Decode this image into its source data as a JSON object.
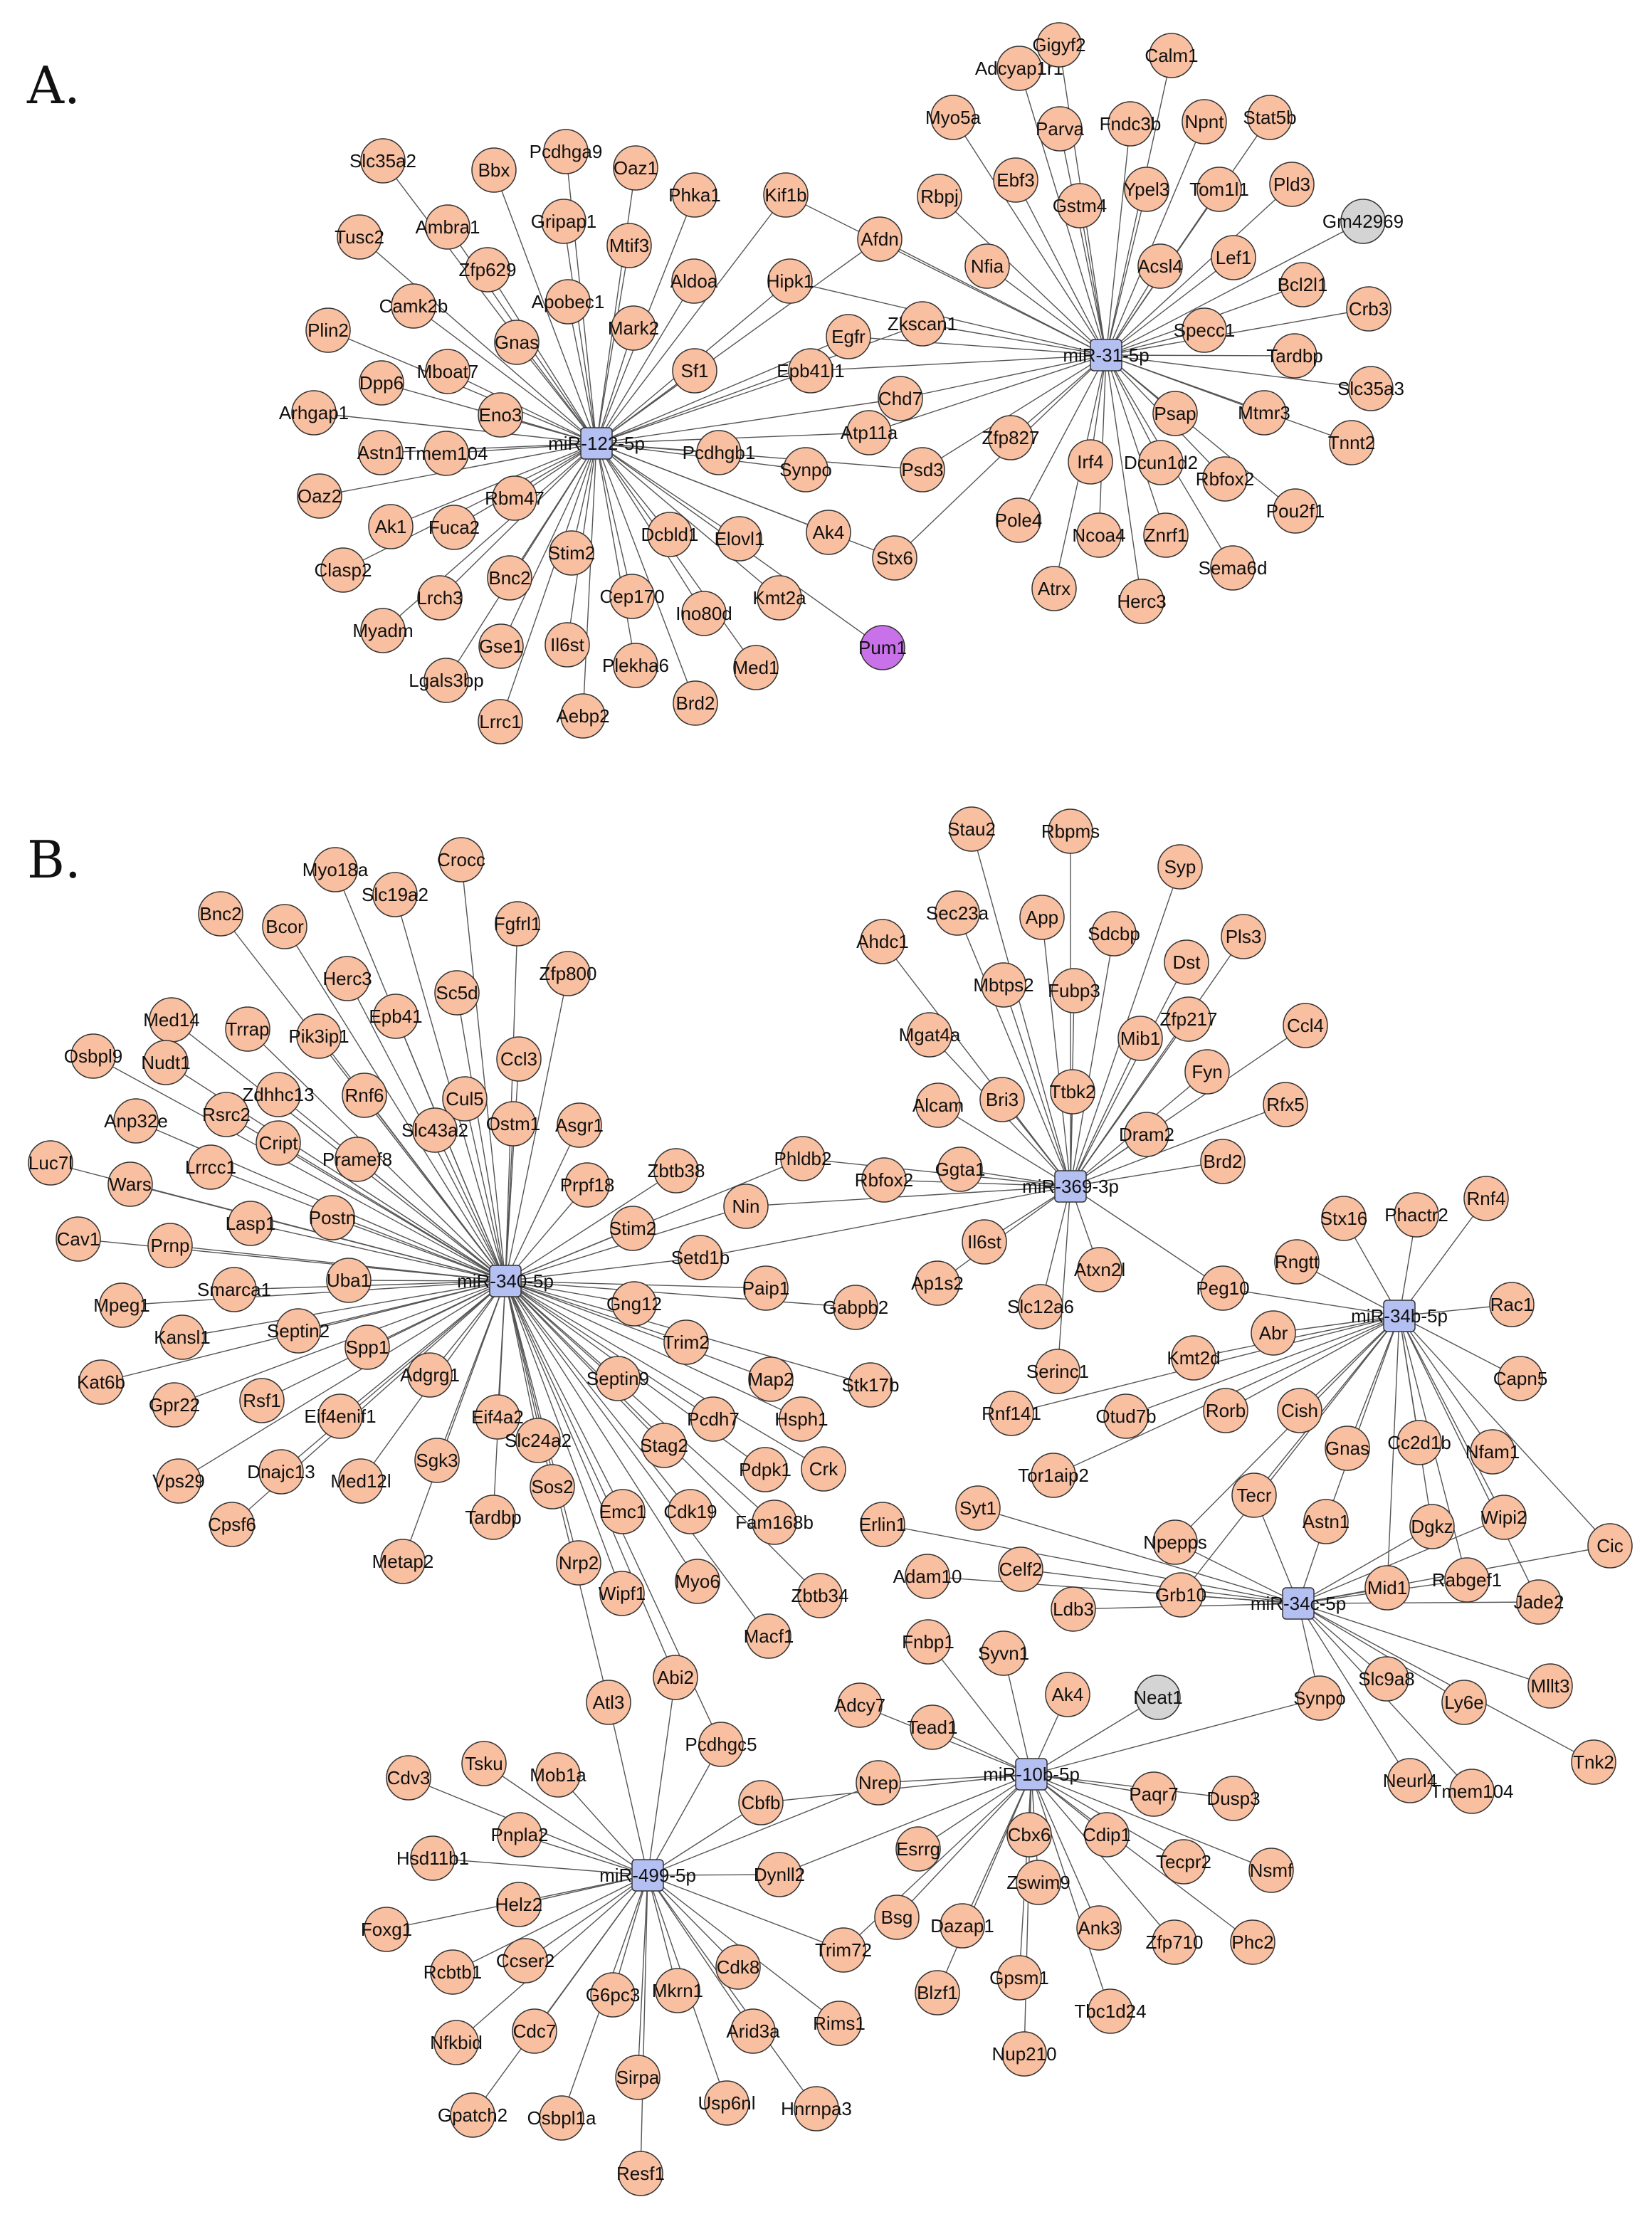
{
  "panels": [
    {
      "label": "A."
    },
    {
      "label": "B."
    }
  ],
  "colors": {
    "gene": "#f8bfa0",
    "mirna": "#b4bff2",
    "lncrna": "#d4d4d4",
    "pum1": "#c971e8",
    "edge": "#555555"
  },
  "networks": [
    {
      "id": "A",
      "hubs": [
        "miR-122-5p",
        "miR-31-5p"
      ],
      "special_nodes": [
        {
          "name": "Gm42969",
          "kind": "lncrna"
        },
        {
          "name": "Pum1",
          "kind": "pum1"
        }
      ],
      "targets": {
        "miR-122-5p": [
          "Slc35a2",
          "Bbx",
          "Pcdhga9",
          "Oaz1",
          "Phka1",
          "Kif1b",
          "Tusc2",
          "Ambra1",
          "Gripap1",
          "Mtif3",
          "Zfp629",
          "Apobec1",
          "Aldoa",
          "Hipk1",
          "Camk2b",
          "Gnas",
          "Mark2",
          "Plin2",
          "Dpp6",
          "Mboat7",
          "Sf1",
          "Epb41l1",
          "Arhgap1",
          "Eno3",
          "Astn1",
          "Tmem104",
          "Oaz2",
          "Rbm47",
          "Ak1",
          "Fuca2",
          "Clasp2",
          "Stim2",
          "Bnc2",
          "Lrch3",
          "Myadm",
          "Gse1",
          "Il6st",
          "Cep170",
          "Dcbld1",
          "Elovl1",
          "Ino80d",
          "Kmt2a",
          "Lgals3bp",
          "Plekha6",
          "Med1",
          "Lrrc1",
          "Aebp2",
          "Brd2",
          "Pcdhgb1",
          "Synpo",
          "Ak4",
          "Stx6",
          "Afdn",
          "Egfr",
          "Zkscan1",
          "Chd7",
          "Atp11a",
          "Psd3",
          "Pum1"
        ],
        "miR-31-5p": [
          "Adcyap1r1",
          "Gigyf2",
          "Calm1",
          "Myo5a",
          "Parva",
          "Fndc3b",
          "Npnt",
          "Stat5b",
          "Rbpj",
          "Ebf3",
          "Ypel3",
          "Tom1l1",
          "Pld3",
          "Gstm4",
          "Gm42969",
          "Nfia",
          "Acsl4",
          "Lef1",
          "Bcl2l1",
          "Crb3",
          "Afdn",
          "Zkscan1",
          "Specc1",
          "Tardbp",
          "Slc35a3",
          "Psap",
          "Mtmr3",
          "Tnnt2",
          "Egfr",
          "Chd7",
          "Zfp827",
          "Irf4",
          "Dcun1d2",
          "Rbfox2",
          "Pou2f1",
          "Pole4",
          "Ncoa4",
          "Znrf1",
          "Sema6d",
          "Atrx",
          "Herc3",
          "Atp11a",
          "Psd3",
          "Stx6",
          "Hipk1",
          "Kif1b",
          "Epb41l1"
        ]
      }
    },
    {
      "id": "B",
      "hubs": [
        "miR-340-5p",
        "miR-369-3p",
        "miR-34b-5p",
        "miR-34c-5p",
        "miR-10b-5p",
        "miR-499-5p"
      ],
      "special_nodes": [
        {
          "name": "Neat1",
          "kind": "lncrna"
        }
      ],
      "targets": {
        "miR-340-5p": [
          "Myo18a",
          "Crocc",
          "Bnc2",
          "Slc19a2",
          "Bcor",
          "Fgfrl1",
          "Herc3",
          "Sc5d",
          "Zfp800",
          "Med14",
          "Trrap",
          "Pik3ip1",
          "Epb41",
          "Ccl3",
          "Osbpl9",
          "Nudt1",
          "Rnf6",
          "Cul5",
          "Asgr1",
          "Zdhhc13",
          "Rsrc2",
          "Slc43a2",
          "Anp32e",
          "Ostm1",
          "Cript",
          "Pramef8",
          "Luc7l",
          "Wars",
          "Lrrcc1",
          "Prpf18",
          "Zbtb38",
          "Lasp1",
          "Postn",
          "Cav1",
          "Prnp",
          "Uba1",
          "Mpeg1",
          "Smarca1",
          "Kansl1",
          "Septin2",
          "Kat6b",
          "Spp1",
          "Gpr22",
          "Rsf1",
          "Adgrg1",
          "Eif4enif1",
          "Vps29",
          "Dnajc13",
          "Med12l",
          "Cpsf6",
          "Sgk3",
          "Metap2",
          "Eif4a2",
          "Tardbp",
          "Stim2",
          "Nin",
          "Phldb2",
          "Setd1b",
          "Gng12",
          "Paip1",
          "Gabpb2",
          "Trim2",
          "Map2",
          "Septin9",
          "Slc24a2",
          "Sos2",
          "Stag2",
          "Pcdh7",
          "Emc1",
          "Nrp2",
          "Cdk19",
          "Wipf1",
          "Myo6",
          "Pdpk1",
          "Hsph1",
          "Crk",
          "Fam168b",
          "Stk17b",
          "Atl3",
          "Abi2",
          "Macf1",
          "Pcdhgc5",
          "Zbtb34"
        ],
        "miR-369-3p": [
          "Stau2",
          "Rbpms",
          "Syp",
          "Sec23a",
          "App",
          "Ahdc1",
          "Sdcbp",
          "Pls3",
          "Dst",
          "Mbtps2",
          "Fubp3",
          "Mgat4a",
          "Zfp217",
          "Ccl4",
          "Mib1",
          "Alcam",
          "Bri3",
          "Ttbk2",
          "Fyn",
          "Rfx5",
          "Dram2",
          "Brd2",
          "Phldb2",
          "Rbfox2",
          "Ggta1",
          "Nin",
          "Il6st",
          "Ap1s2",
          "Slc12a6",
          "Atxn2l",
          "Serinc1",
          "Peg10",
          "Setd1b"
        ],
        "miR-34b-5p": [
          "Stx16",
          "Phactr2",
          "Rnf4",
          "Rngtt",
          "Rac1",
          "Peg10",
          "Abr",
          "Capn5",
          "Kmt2d",
          "Rorb",
          "Cish",
          "Gnas",
          "Cc2d1b",
          "Nfam1",
          "Dgkz",
          "Astn1",
          "Wipi2",
          "Tecr",
          "Mid1",
          "Rabgef1",
          "Grb10",
          "Npepps",
          "Otud7b",
          "Tor1aip2",
          "Rnf141",
          "Cic",
          "Jade2"
        ],
        "miR-34c-5p": [
          "Cic",
          "Jade2",
          "Mllt3",
          "Wipi2",
          "Rabgef1",
          "Slc9a8",
          "Ly6e",
          "Tnk2",
          "Tmem104",
          "Neurl4",
          "Synpo",
          "Mid1",
          "Dgkz",
          "Astn1",
          "Grb10",
          "Npepps",
          "Tecr",
          "Ldb3",
          "Celf2",
          "Adam10",
          "Erlin1",
          "Syt1"
        ],
        "miR-10b-5p": [
          "Ak4",
          "Neat1",
          "Synpo",
          "Syvn1",
          "Fnbp1",
          "Tead1",
          "Adcy7",
          "Nrep",
          "Cbfb",
          "Paqr7",
          "Dusp3",
          "Cdip1",
          "Tecpr2",
          "Nsmf",
          "Cbx6",
          "Esrrg",
          "Zswim9",
          "Ank3",
          "Zfp710",
          "Phc2",
          "Bsg",
          "Dazap1",
          "Blzf1",
          "Gpsm1",
          "Tbc1d24",
          "Nup210",
          "Dynll2",
          "Trim72"
        ],
        "miR-499-5p": [
          "Cdv3",
          "Tsku",
          "Mob1a",
          "Pnpla2",
          "Hsd11b1",
          "Helz2",
          "Foxg1",
          "Ccser2",
          "Rcbtb1",
          "Nfkbid",
          "Cdc7",
          "G6pc3",
          "Mkrn1",
          "Cdk8",
          "Rims1",
          "Arid3a",
          "Gpatch2",
          "Osbpl1a",
          "Sirpa",
          "Usp6nl",
          "Hnrnpa3",
          "Resf1",
          "Cbfb",
          "Nrep",
          "Pcdhgc5",
          "Abi2",
          "Atl3",
          "Dynll2",
          "Trim72"
        ]
      }
    }
  ]
}
